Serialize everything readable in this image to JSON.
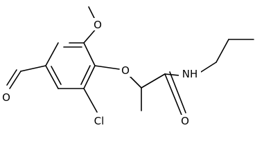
{
  "molecule": {
    "atom_labels": {
      "methoxy_oxygen": "O",
      "ether_oxygen": "O",
      "aldehyde_oxygen": "O",
      "chlorine": "Cl",
      "amide_nh": "NH",
      "carbonyl_oxygen": "O"
    }
  }
}
